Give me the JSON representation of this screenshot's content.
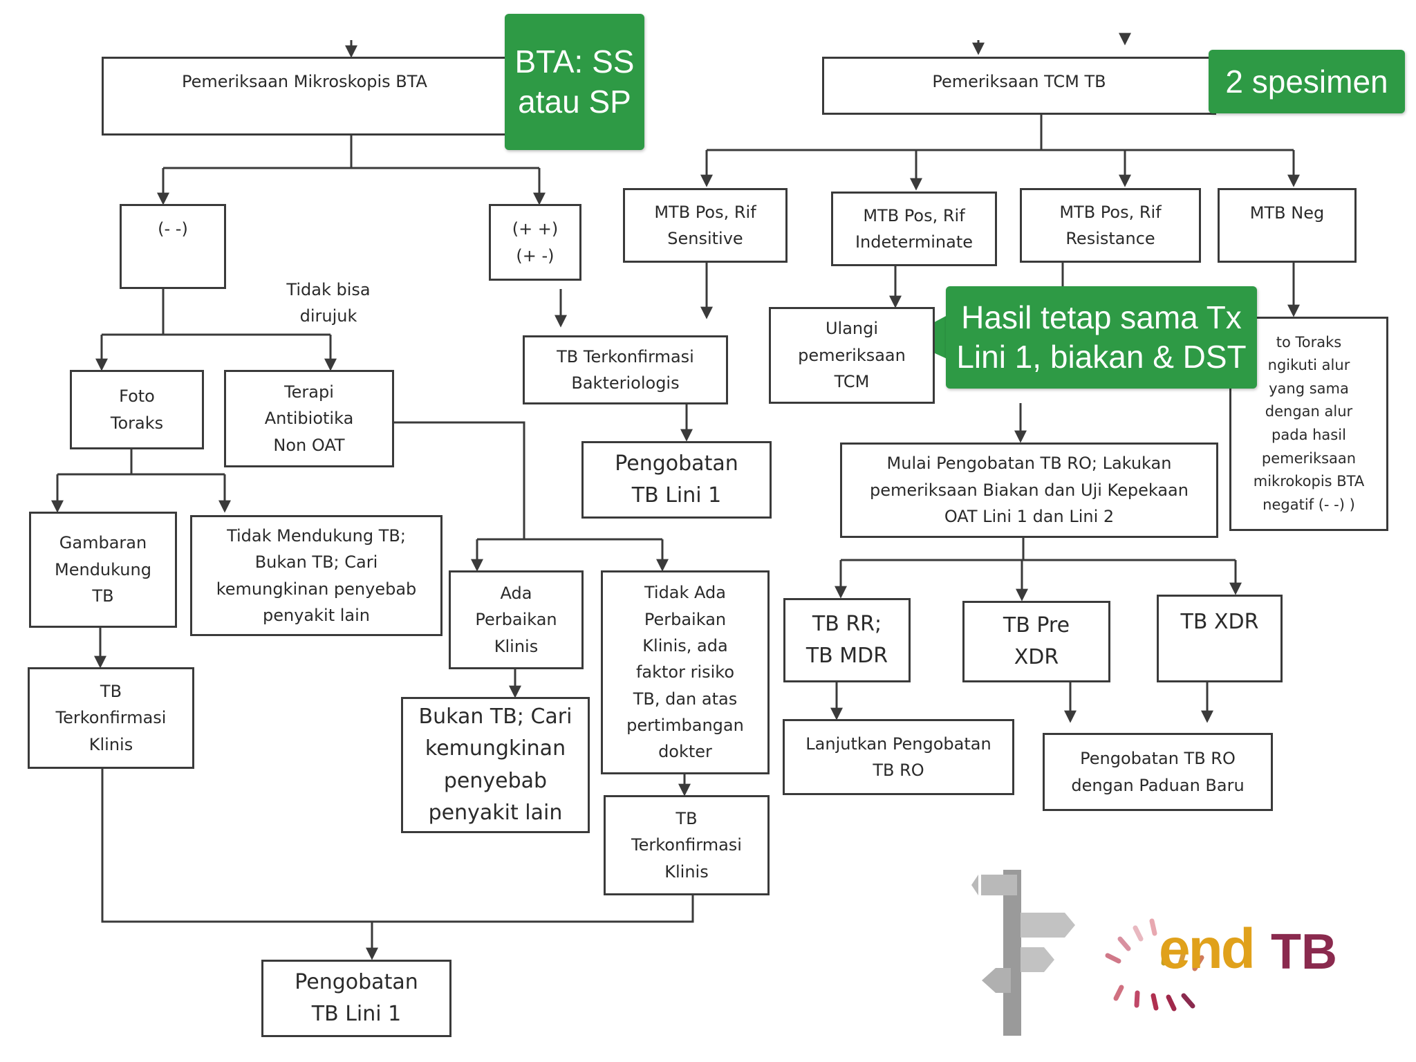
{
  "colors": {
    "line": "#3a3a3a",
    "callout_bg": "#2e9a45",
    "logo_end": "#e0a11b",
    "logo_tb": "#8a2a4e"
  },
  "left": {
    "microscopy": "Pemeriksaan Mikroskopis BTA",
    "neg": "(- -)",
    "pos": "(+ +)\n(+ -)",
    "not_referable": "Tidak bisa\ndirujuk",
    "xray": "Foto\nToraks",
    "antibiotics": "Terapi\nAntibiotika\nNon OAT",
    "supports_tb": "Gambaran\nMendukung\nTB",
    "not_supports_tb": "Tidak Mendukung TB;\nBukan TB; Cari\nkemungkinan penyebab\npenyakit lain",
    "clinical_improve": "Ada\nPerbaikan\nKlinis",
    "no_improve": "Tidak Ada\nPerbaikan\nKlinis, ada\nfaktor risiko\nTB, dan atas\npertimbangan\ndokter",
    "bact_confirmed": "TB Terkonfirmasi\nBakteriologis",
    "treat_line1_a": "Pengobatan\nTB Lini 1",
    "not_tb": "Bukan TB; Cari\nkemungkinan\npenyebab\npenyakit lain",
    "clin_confirmed_a": "TB\nTerkonfirmasi\nKlinis",
    "clin_confirmed_b": "TB\nTerkonfirmasi\nKlinis",
    "treat_line1_b": "Pengobatan\nTB Lini 1"
  },
  "right": {
    "tcm": "Pemeriksaan TCM TB",
    "rif_sensitive": "MTB Pos, Rif\nSensitive",
    "rif_indeterminate": "MTB Pos, Rif\nIndeterminate",
    "rif_resistance": "MTB Pos, Rif\nResistance",
    "mtb_neg": "MTB Neg",
    "repeat_tcm": "Ulangi\npemeriksaan\nTCM",
    "neg_follow": "to Toraks\nngikuti alur\nyang sama\ndengan alur\npada hasil\npemeriksaan\nmikrokopis BTA\nnegatif   (- -) )",
    "start_ro": "Mulai Pengobatan TB RO; Lakukan\npemeriksaan Biakan dan Uji Kepekaan\nOAT Lini 1 dan Lini 2",
    "rr_mdr": "TB RR;\nTB MDR",
    "pre_xdr": "TB Pre\nXDR",
    "xdr": "TB XDR",
    "continue_ro": "Lanjutkan Pengobatan\nTB RO",
    "new_regimen": "Pengobatan TB RO\ndengan Paduan Baru"
  },
  "callouts": {
    "bta": "BTA: SS\natau SP",
    "specimen": "2 spesimen",
    "result": "Hasil tetap sama Tx\nLini 1, biakan & DST"
  },
  "logo": {
    "end": "end",
    "tb": "TB",
    "signpost_icon": "signpost-icon",
    "sun_icon": "sunburst-icon"
  }
}
